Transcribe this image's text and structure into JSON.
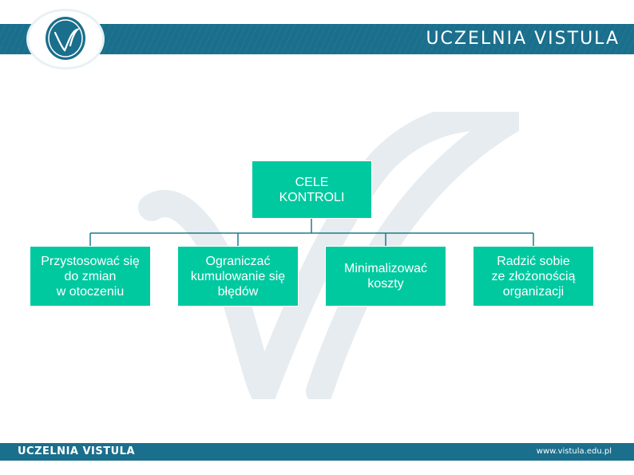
{
  "header": {
    "brand": "UCZELNIA VISTULA"
  },
  "diagram": {
    "root": "CELE\nKONTROLI",
    "children": [
      "Przystosować się\ndo zmian\nw otoczeniu",
      "Ograniczać\nkumulowanie się\nbłędów",
      "Minimalizować\nkoszty",
      "Radzić sobie\nze złożonością\norganizacji"
    ]
  },
  "footer": {
    "brand": "UCZELNIA VISTULA",
    "url": "www.vistula.edu.pl"
  },
  "colors": {
    "band": "#1a6f8c",
    "box_fill": "#00c9a0",
    "connector": "#1f7a8c",
    "watermark": "#e6ecef"
  }
}
